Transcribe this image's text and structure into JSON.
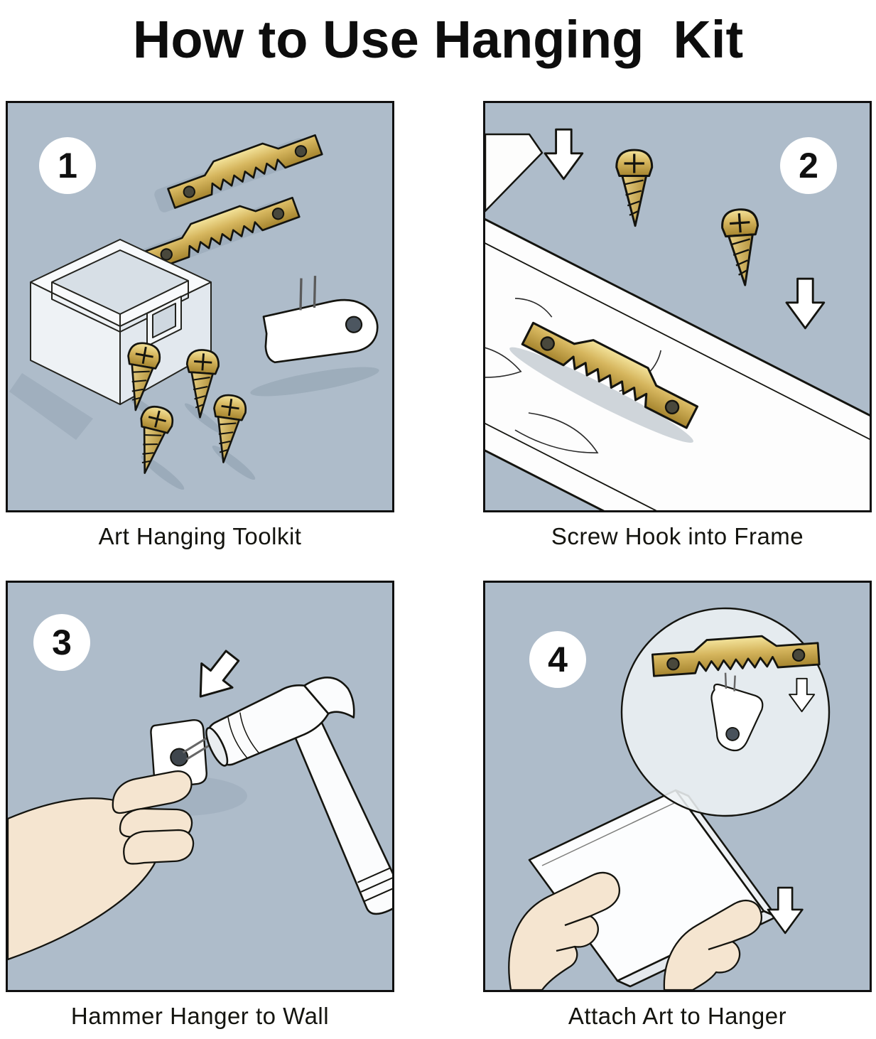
{
  "title": "How to Use Hanging  Kit",
  "steps": [
    {
      "number": "1",
      "caption": "Art Hanging Toolkit"
    },
    {
      "number": "2",
      "caption": "Screw Hook into Frame"
    },
    {
      "number": "3",
      "caption": "Hammer Hanger to Wall"
    },
    {
      "number": "4",
      "caption": "Attach Art to Hanger"
    }
  ],
  "icons": {
    "sawtooth_hanger": "sawtooth-hanger-icon",
    "screw": "screw-icon",
    "arrow_down": "arrow-down-icon",
    "hook": "plastic-hook-icon"
  },
  "colors": {
    "panel_background": "#aebcca",
    "brass": "#d6b65e",
    "brass_light": "#f4e49c",
    "brass_dark": "#a5842e",
    "outline": "#14140f",
    "skin": "#f5e5d0",
    "white": "#ffffff"
  }
}
